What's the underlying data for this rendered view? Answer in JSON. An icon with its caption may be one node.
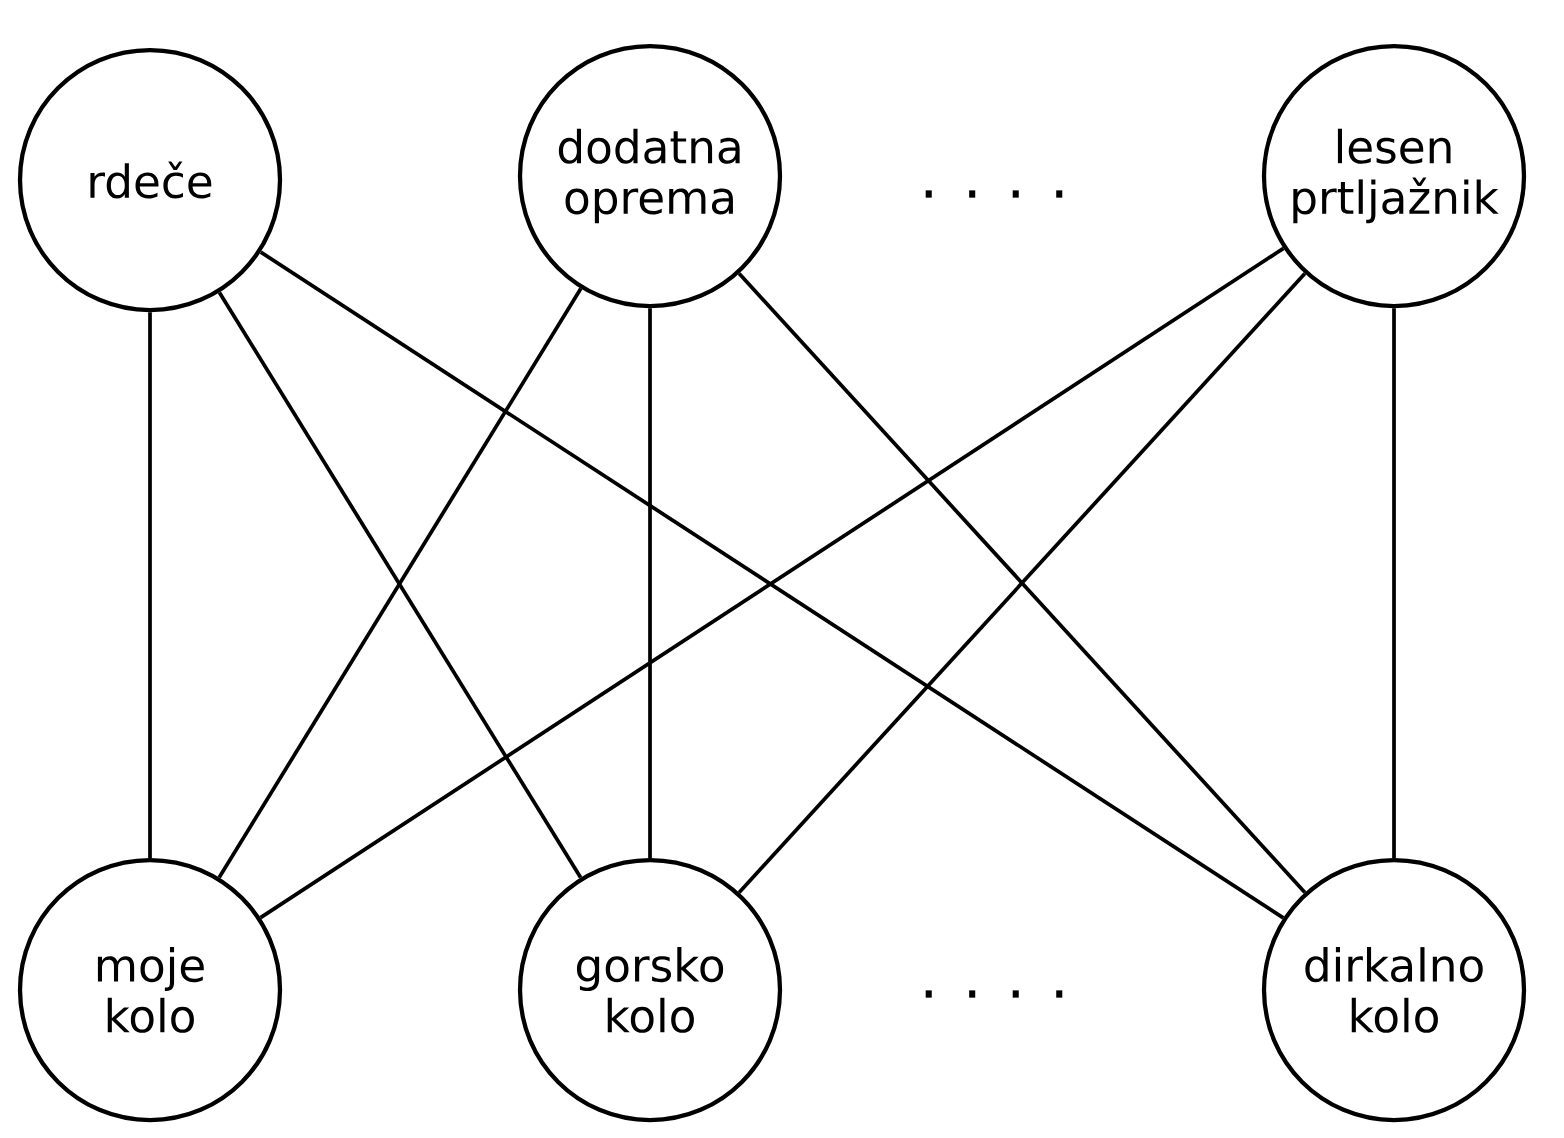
{
  "diagram": {
    "nodes": [
      {
        "text": [
          "rdeče"
        ]
      },
      {
        "text": [
          "dodatna oprema"
        ]
      },
      {
        "text": [
          "lesen prtljažnik"
        ]
      },
      {
        "text": [
          "moje kolo"
        ]
      },
      {
        "text": [
          "gorsko kolo"
        ]
      },
      {
        "text": [
          "dirkalno kolo"
        ]
      }
    ],
    "edges": [
      {
        "from": 0,
        "to": 3,
        "arrow": "none"
      },
      {
        "from": 0,
        "to": 4,
        "arrow": "none"
      },
      {
        "from": 0,
        "to": 5,
        "arrow": "none"
      },
      {
        "from": 1,
        "to": 3,
        "arrow": "none"
      },
      {
        "from": 1,
        "to": 4,
        "arrow": "none"
      },
      {
        "from": 1,
        "to": 5,
        "arrow": "none"
      },
      {
        "from": 2,
        "to": 3,
        "arrow": "none"
      },
      {
        "from": 2,
        "to": 4,
        "arrow": "none"
      },
      {
        "from": 2,
        "to": 5,
        "arrow": "none"
      }
    ],
    "labels": [
      ". . . .",
      ". . . ."
    ]
  }
}
